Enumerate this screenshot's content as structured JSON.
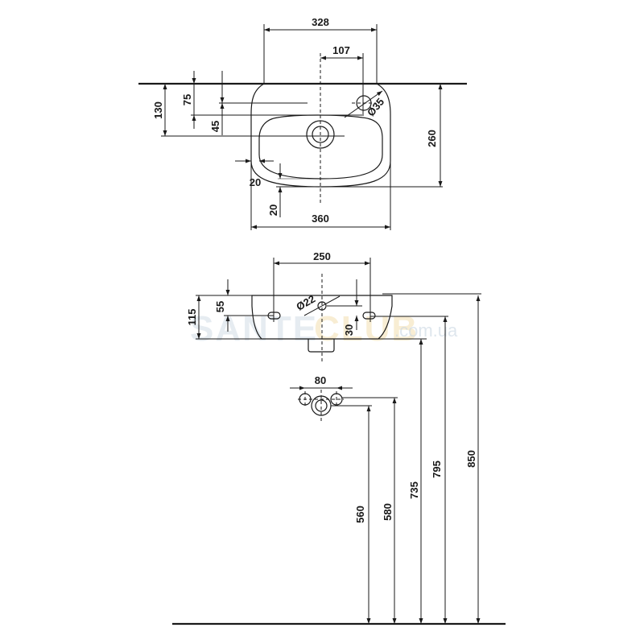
{
  "watermark": {
    "brand_a": "SANTE",
    "brand_b": "CLUB",
    "domain": ".com.ua",
    "colors": {
      "a": "#c9d6e2",
      "b": "#f0d9a0"
    }
  },
  "top_view": {
    "dims": {
      "width_top": "328",
      "tap_offset": "107",
      "tap_hole": "Ø35",
      "depth_130": "130",
      "d75": "75",
      "d45": "45",
      "depth_260": "260",
      "width_360": "360",
      "rim_20_h": "20",
      "rim_20_v": "20"
    }
  },
  "front_view": {
    "dims": {
      "fixing_250": "250",
      "height_115": "115",
      "d55": "55",
      "d30": "30",
      "hole_22": "Ø22",
      "outlet_80": "80"
    },
    "heights": [
      "560",
      "580",
      "735",
      "795",
      "850"
    ]
  }
}
